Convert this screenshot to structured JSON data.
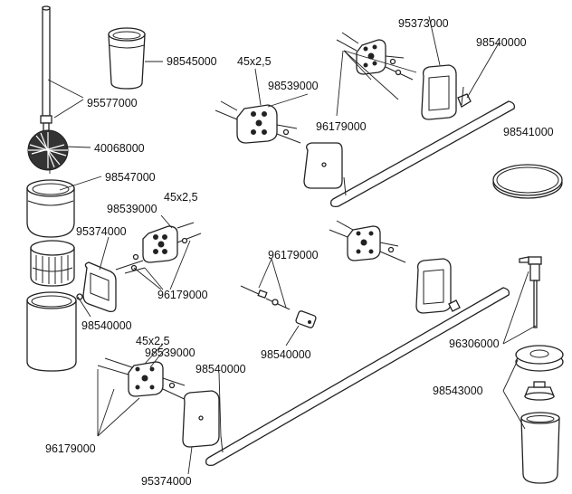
{
  "labels": {
    "brush_handle": "95577000",
    "brush_head": "40068000",
    "cup_top": "98545000",
    "brush_cup": "98547000",
    "plate_small_top": "98539000",
    "dim_small_top": "45x2,5",
    "holder_left": "95374000",
    "screws_left": "96179000",
    "pin_left": "98540000",
    "plate_mid_center": "98539000",
    "dim_mid_center": "45x2,5",
    "rosette_top_right": "95373000",
    "screws_top_center": "96179000",
    "pin_top_right": "98540000",
    "mirror_disc": "98541000",
    "screws_center": "96179000",
    "pin_center": "98540000",
    "dim_bottom": "45x2,5",
    "plate_bottom": "98539000",
    "pin_bottom": "98540000",
    "screws_bottom": "96179000",
    "holder_bottom": "95374000",
    "pump": "96306000",
    "dispenser": "98543000"
  }
}
